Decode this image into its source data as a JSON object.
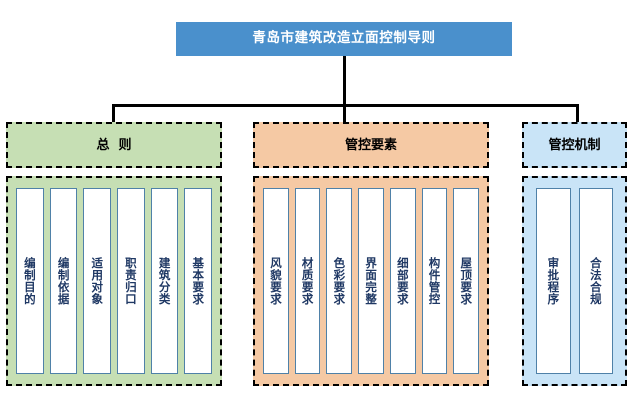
{
  "diagram": {
    "type": "hierarchy-tree",
    "title": {
      "label": "青岛市建筑改造立面控制导则",
      "fill": "#4a90cc",
      "text_color": "#ffffff"
    },
    "connector_color": "#000000",
    "groups": [
      {
        "id": "general-principles",
        "header": "总  则",
        "fill": "#c6dfb4",
        "border_style": "dashed",
        "items": [
          {
            "label": "编制目的"
          },
          {
            "label": "编制依据"
          },
          {
            "label": "适用对象"
          },
          {
            "label": "职责归口"
          },
          {
            "label": "建筑分类"
          },
          {
            "label": "基本要求"
          }
        ]
      },
      {
        "id": "control-elements",
        "header": "管控要素",
        "fill": "#f5c9a4",
        "border_style": "dashed",
        "items": [
          {
            "label": "风貌要求"
          },
          {
            "label": "材质要求"
          },
          {
            "label": "色彩要求"
          },
          {
            "label": "界面完整"
          },
          {
            "label": "细部要求"
          },
          {
            "label": "构件管控"
          },
          {
            "label": "屋顶要求"
          }
        ]
      },
      {
        "id": "control-mechanism",
        "header": "管控机制",
        "fill": "#c9e4f7",
        "border_style": "dashed",
        "items": [
          {
            "label": "审批程序"
          },
          {
            "label": "合法合规"
          }
        ]
      }
    ],
    "item_card": {
      "fill": "#ffffff",
      "border_color": "#4f81a8",
      "text_color": "#1f3864"
    }
  }
}
